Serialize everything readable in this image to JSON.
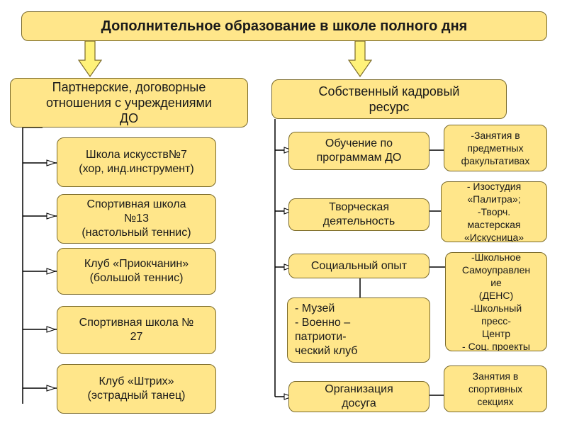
{
  "title": "Дополнительное образование в школе полного дня",
  "left_header": "Партнерские, договорные\nотношения с учреждениями\nДО",
  "right_header": "Собственный кадровый\nресурс",
  "left_items": [
    "Школа искусств№7\n(хор, инд.инструмент)",
    "Спортивная школа\n№13\n(настольный теннис)",
    "Клуб «Приокчанин»\n(большой теннис)",
    "Спортивная школа №\n27",
    "Клуб «Штрих»\n(эстрадный танец)"
  ],
  "right_items": [
    "Обучение по\nпрограммам ДО",
    "Творческая\nдеятельность",
    "Социальный опыт",
    "Организация\nдосуга"
  ],
  "sub_box": "- Музей\n- Военно –\n  патриоти-\n  ческий клуб",
  "right_details": [
    "-Занятия в\nпредметных\nфакультативах",
    "- Изостудия\n«Палитра»;\n-Творч.\nмастерская\n«Искусница»",
    "-Школьное\nСамоуправлен\nие\n(ДЕНС)\n-Школьный\nпресс-\nЦентр\n- Соц. проекты",
    "Занятия в\nспортивных\nсекциях"
  ],
  "colors": {
    "box_fill": "#ffe68a",
    "border": "#7a6a2a",
    "arrow_fill": "#fff27a"
  }
}
